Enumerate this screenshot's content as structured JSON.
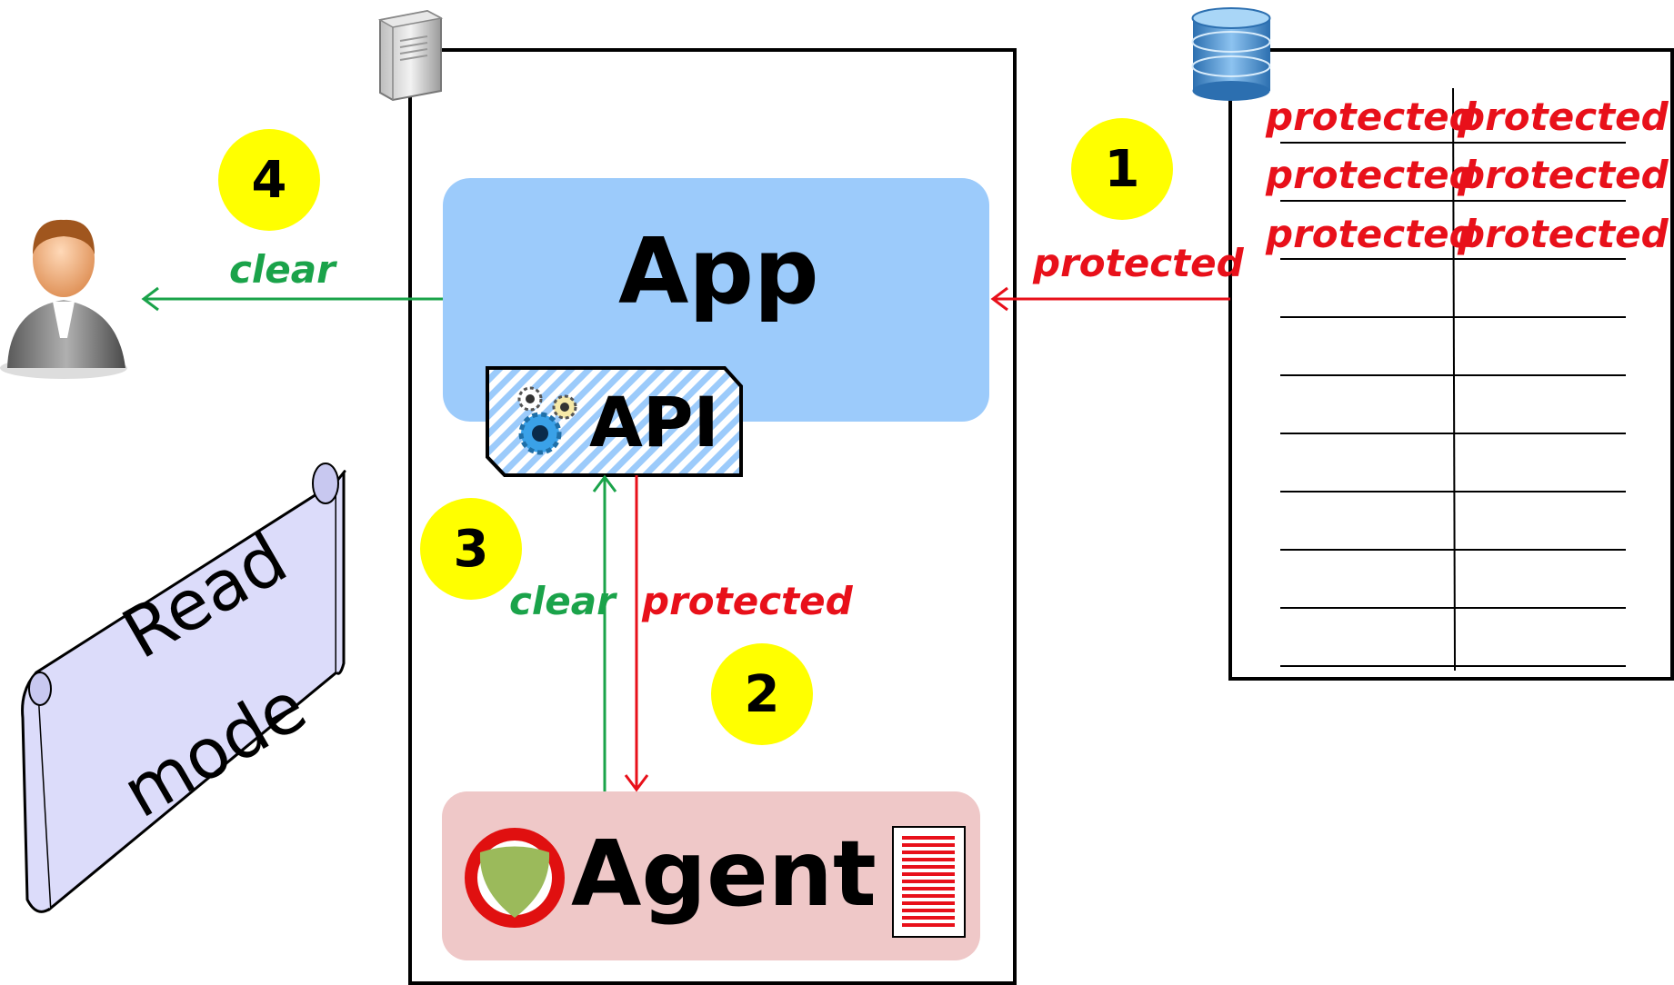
{
  "colors": {
    "badge": "#ffff00",
    "clear": "#1aa34a",
    "protected": "#e8101a",
    "app_box": "#9ccbfb",
    "agent_box": "#efc8c8",
    "scroll_fill": "#dcdcfa",
    "frame": "#000000"
  },
  "icons": {
    "server": "server-icon",
    "database": "database-icon",
    "user": "user-icon",
    "gears": "gears-icon",
    "agent_logo": "agent-logo-icon",
    "agent_document": "document-icon",
    "scroll": "scroll-banner"
  },
  "server": {
    "app_label": "App",
    "api_label": "API",
    "agent_label": "Agent"
  },
  "steps": {
    "one": "1",
    "two": "2",
    "three": "3",
    "four": "4"
  },
  "flows": {
    "db_to_app": "protected",
    "app_to_user": "clear",
    "api_to_agent": "protected",
    "agent_to_api": "clear"
  },
  "table": {
    "rows": [
      [
        "protected",
        "protected"
      ],
      [
        "protected",
        "protected"
      ],
      [
        "protected",
        "protected"
      ]
    ],
    "empty_rows": 7
  },
  "banner": {
    "line1": "Read",
    "line2": "mode"
  }
}
